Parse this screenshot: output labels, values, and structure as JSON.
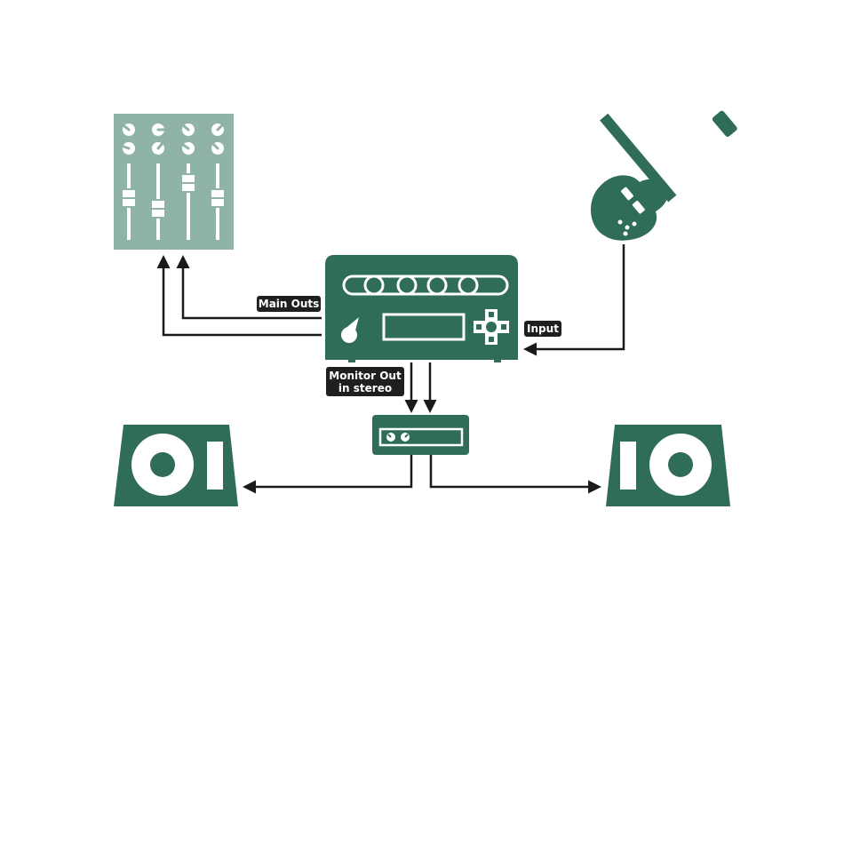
{
  "labels": {
    "main_outs": "Main Outs",
    "input": "Input",
    "monitor_out_line1": "Monitor Out",
    "monitor_out_line2": "in stereo"
  },
  "colors": {
    "device_green": "#2f6d58",
    "mixer_green": "#8fb3a6",
    "wire": "#1a1a1a",
    "label_bg": "#1f1f1f",
    "label_text": "#ffffff",
    "background": "#ffffff"
  },
  "icons": [
    "mixer-icon",
    "guitar-icon",
    "multi-effects-processor-icon",
    "power-amp-icon",
    "left-monitor-speaker-icon",
    "right-monitor-speaker-icon"
  ]
}
